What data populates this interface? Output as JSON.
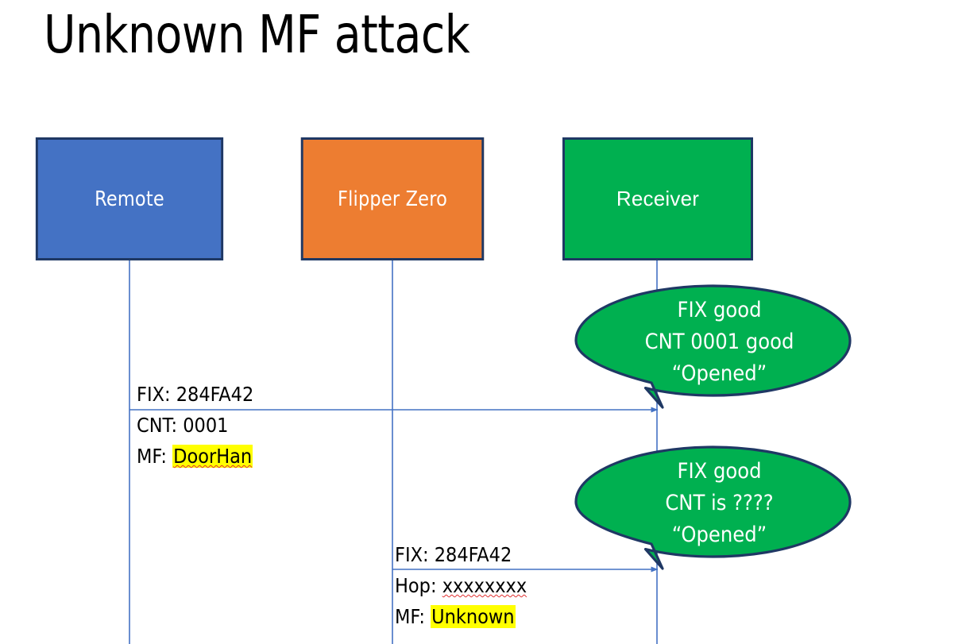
{
  "slide": {
    "title": "Unknown MF attack",
    "background_color": "#FFFFFF"
  },
  "colors": {
    "remote_fill": "#4472C4",
    "flipper_fill": "#ED7D31",
    "receiver_fill": "#00B050",
    "box_border": "#1F3864",
    "lifeline": "#4472C4",
    "arrow": "#4472C4",
    "callout_fill": "#00B050",
    "callout_border": "#1F3864",
    "highlight": "#FFFF00",
    "spellcheck_underline": "#E03030",
    "text_dark": "#000000",
    "text_light": "#FFFFFF"
  },
  "actors": [
    {
      "id": "remote",
      "label": "Remote"
    },
    {
      "id": "flipper",
      "label": "Flipper Zero"
    },
    {
      "id": "receiver",
      "label": "Receiver"
    }
  ],
  "messages": [
    {
      "id": "message-1",
      "from": "remote",
      "to": "receiver",
      "lines": [
        {
          "prefix": "FIX: ",
          "value": "284FA42",
          "highlight": false,
          "spellcheck": false
        },
        {
          "prefix": "CNT: ",
          "value": "0001",
          "highlight": false,
          "spellcheck": false
        },
        {
          "prefix": "MF: ",
          "value": "DoorHan",
          "highlight": true,
          "spellcheck": true
        }
      ]
    },
    {
      "id": "message-2",
      "from": "flipper",
      "to": "receiver",
      "lines": [
        {
          "prefix": "FIX: ",
          "value": "284FA42",
          "highlight": false,
          "spellcheck": false
        },
        {
          "prefix": "Hop: ",
          "value": "xxxxxxxx",
          "highlight": false,
          "spellcheck": true
        },
        {
          "prefix": "MF: ",
          "value": "Unknown",
          "highlight": true,
          "spellcheck": false
        }
      ]
    }
  ],
  "callouts": [
    {
      "id": "callout-1",
      "owner": "receiver",
      "lines": [
        "FIX good",
        "CNT 0001 good",
        "“Opened”"
      ]
    },
    {
      "id": "callout-2",
      "owner": "receiver",
      "lines": [
        "FIX good",
        "CNT is ????",
        "“Opened”"
      ]
    }
  ]
}
